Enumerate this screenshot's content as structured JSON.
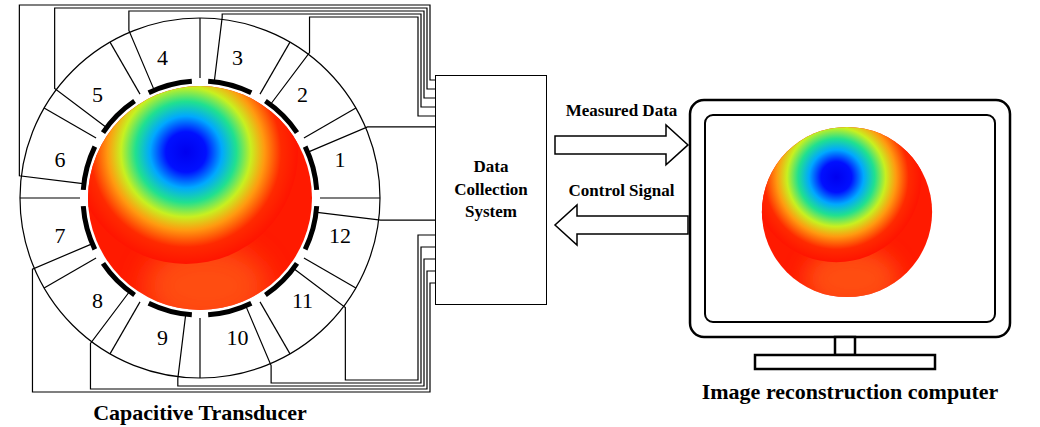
{
  "diagram": {
    "nodes": [
      {
        "text": [
          "Capacitive Transducer"
        ]
      },
      {
        "text": [
          "Data Collection System"
        ]
      },
      {
        "text": [
          "Image reconstruction computer"
        ]
      }
    ],
    "edges": [
      {
        "from": 0,
        "to": 1,
        "arrow": "none"
      },
      {
        "from": 1,
        "to": 2,
        "arrow": "to",
        "label": "Measured Data"
      },
      {
        "from": 2,
        "to": 1,
        "arrow": "to",
        "label": "Control Signal"
      }
    ],
    "labels": [
      "1",
      "2",
      "3",
      "4",
      "5",
      "6",
      "7",
      "8",
      "9",
      "10",
      "11",
      "12"
    ]
  }
}
